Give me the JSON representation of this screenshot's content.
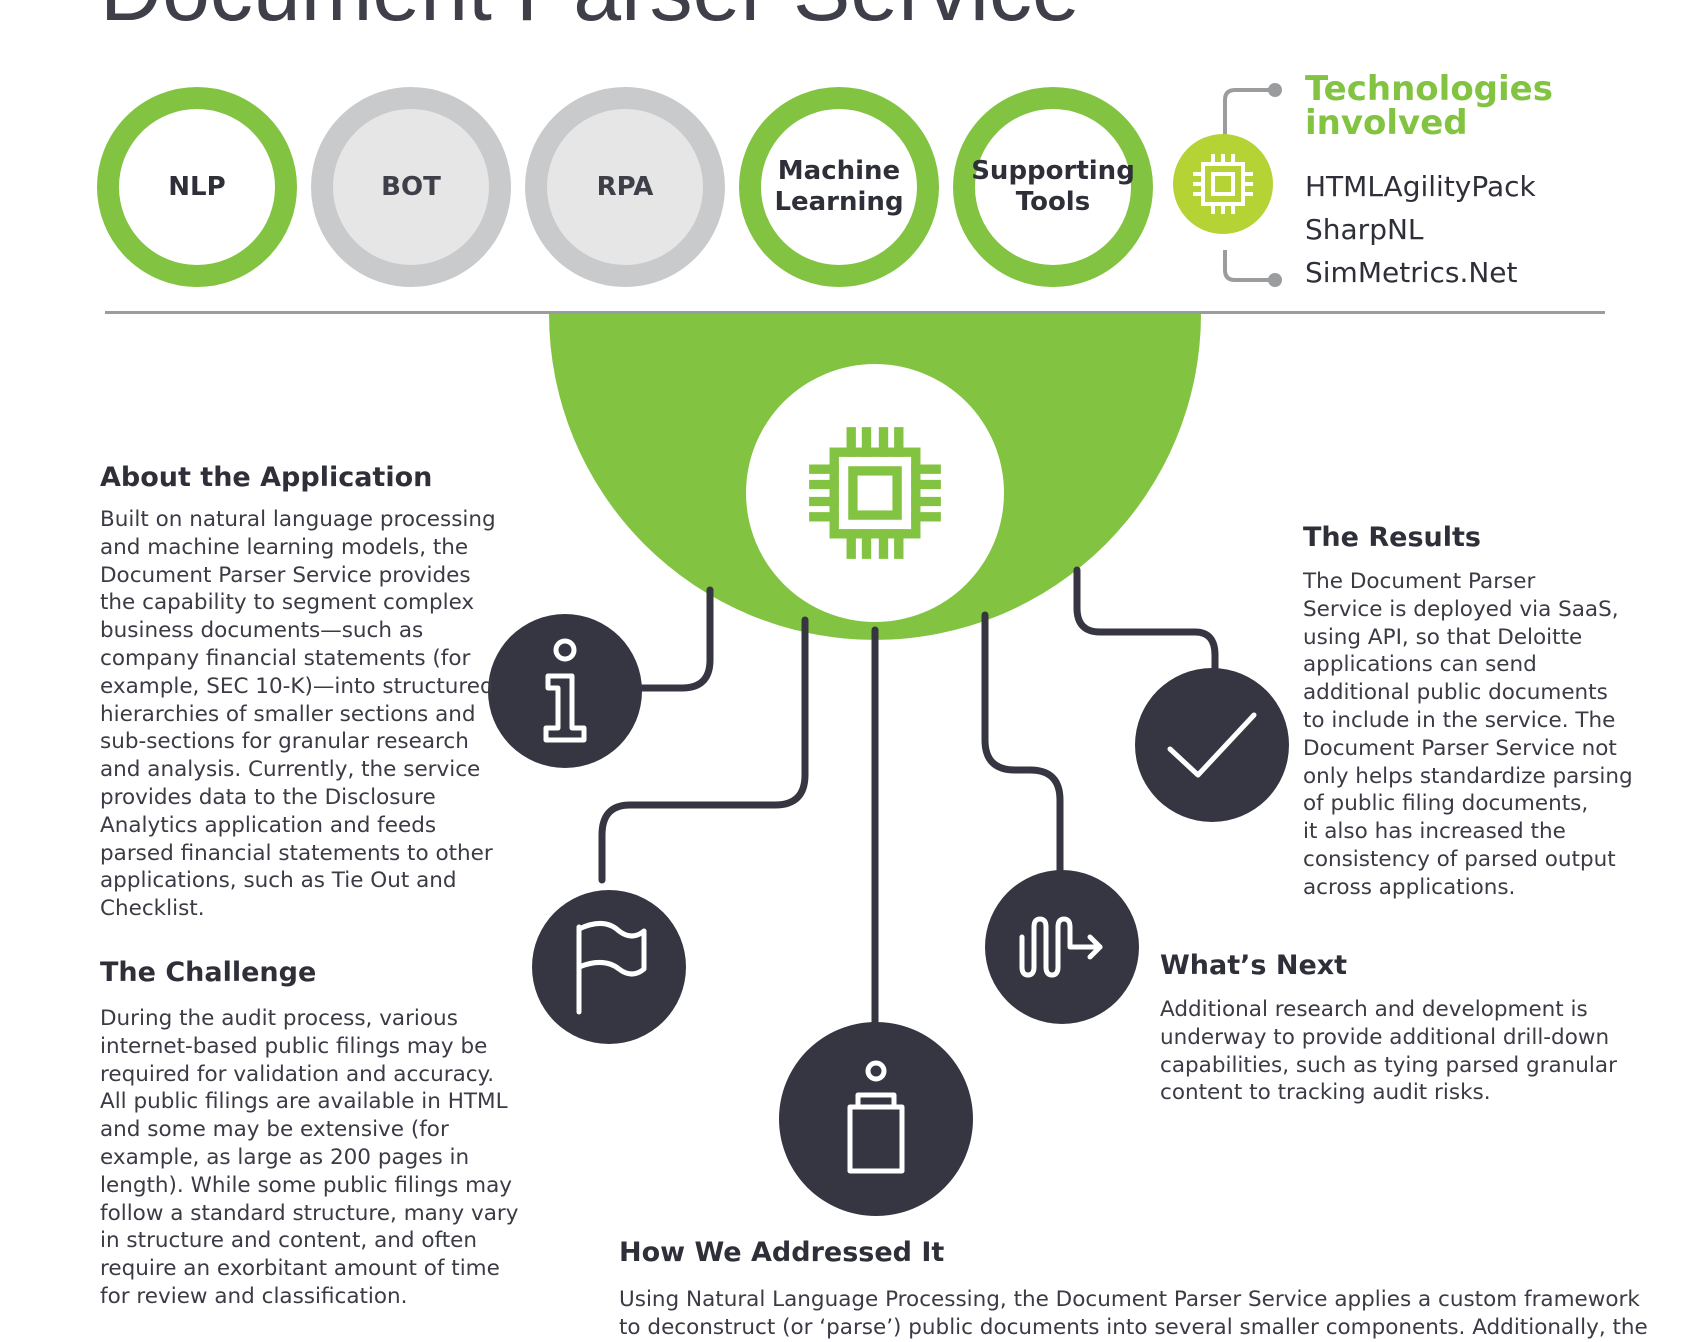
{
  "page": {
    "title": "Document Parser Service"
  },
  "capabilities": [
    {
      "label": "NLP",
      "active": true
    },
    {
      "label": "BOT",
      "active": false
    },
    {
      "label": "RPA",
      "active": false
    },
    {
      "label": "Machine\nLearning",
      "active": true
    },
    {
      "label": "Supporting\nTools",
      "active": true
    }
  ],
  "technologies": {
    "title_line1": "Technologies",
    "title_line2": "involved",
    "items": [
      "HTMLAgilityPack",
      "SharpNL",
      "SimMetrics.Net"
    ]
  },
  "colors": {
    "accent_green": "#82c341",
    "lime": "#b5d335",
    "dark": "#353641",
    "gray": "#c9cacb"
  },
  "icons": {
    "hub": "chip-icon",
    "tech": "chip-icon",
    "about": "info-icon",
    "challenge": "flag-icon",
    "addressed": "person-icon",
    "next": "signal-arrow-icon",
    "results": "checkmark-icon"
  },
  "sections": {
    "about": {
      "heading": "About the Application",
      "lines": [
        "Built on natural language processing",
        "and machine learning models, the",
        "Document Parser Service provides",
        "the capability to segment complex",
        "business documents—such as",
        "company financial statements (for",
        "example, SEC 10-K)—into structured",
        "hierarchies of smaller sections and",
        "sub-sections for granular research",
        "and analysis. Currently, the service",
        "provides data to the Disclosure",
        "Analytics application and feeds",
        "parsed financial statements to other",
        "applications, such as Tie Out and",
        "Checklist."
      ]
    },
    "challenge": {
      "heading": "The Challenge",
      "lines": [
        "During the audit process, various",
        "internet-based public filings may be",
        "required for validation and accuracy.",
        "All public filings are available in HTML",
        "and some may be extensive (for",
        "example, as large as 200 pages in",
        "length). While some public filings may",
        "follow a standard structure, many vary",
        "in structure and content, and often",
        "require an exorbitant amount of time",
        "for review and classification."
      ]
    },
    "results": {
      "heading": "The Results",
      "lines": [
        "The Document Parser",
        "Service is deployed via SaaS,",
        "using API, so that Deloitte",
        "applications can send",
        "additional public documents",
        "to include in the service. The",
        "Document Parser Service not",
        "only helps standardize parsing",
        "of public filing documents,",
        "it also has increased the",
        "consistency of parsed output",
        "across applications."
      ]
    },
    "next": {
      "heading": "What’s Next",
      "lines": [
        "Additional research and development is",
        "underway to provide additional drill-down",
        "capabilities, such as tying parsed granular",
        "content to tracking audit risks."
      ]
    },
    "addressed": {
      "heading": "How We Addressed It",
      "lines": [
        "Using Natural Language Processing, the Document Parser Service applies a custom framework",
        "to deconstruct (or ‘parse’) public documents into several smaller components. Additionally, the"
      ]
    }
  }
}
